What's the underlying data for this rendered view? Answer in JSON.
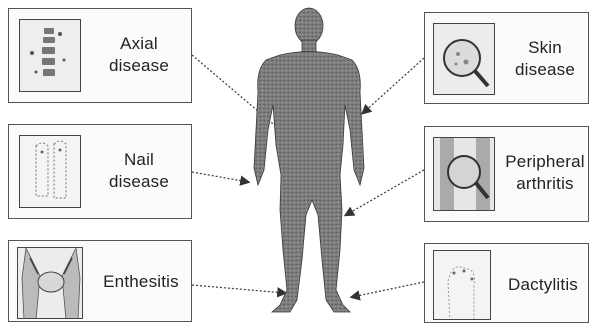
{
  "conditions": {
    "axial": "Axial\ndisease",
    "nail": "Nail\ndisease",
    "enthesitis": "Enthesitis",
    "skin": "Skin\ndisease",
    "peripheral": "Peripheral\narthritis",
    "dactylitis": "Dactylitis"
  },
  "colors": {
    "figure": "#7a7a7a",
    "border": "#555555",
    "arrow": "#333333"
  }
}
